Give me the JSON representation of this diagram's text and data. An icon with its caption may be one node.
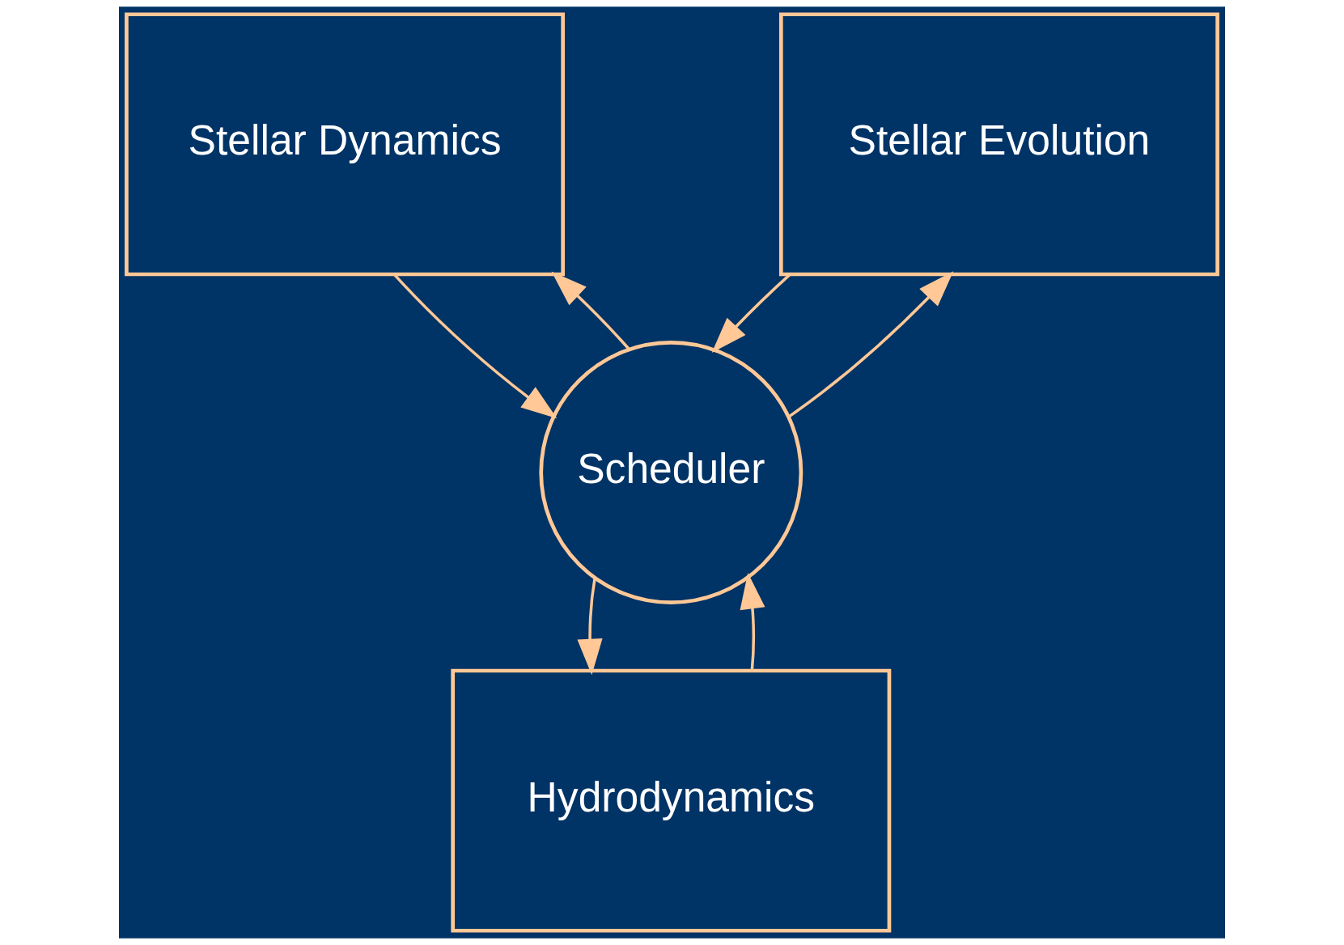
{
  "diagram": {
    "nodes": [
      {
        "text": [
          "Stellar Dynamics"
        ]
      },
      {
        "text": [
          "Stellar Evolution"
        ]
      },
      {
        "text": [
          "Scheduler"
        ]
      },
      {
        "text": [
          "Hydrodynamics"
        ]
      }
    ],
    "edges": [
      {
        "from": 2,
        "to": 0,
        "arrow": "to"
      },
      {
        "from": 0,
        "to": 2,
        "arrow": "to"
      },
      {
        "from": 2,
        "to": 1,
        "arrow": "to"
      },
      {
        "from": 1,
        "to": 2,
        "arrow": "to"
      },
      {
        "from": 2,
        "to": 3,
        "arrow": "to"
      },
      {
        "from": 3,
        "to": 2,
        "arrow": "to"
      }
    ]
  }
}
